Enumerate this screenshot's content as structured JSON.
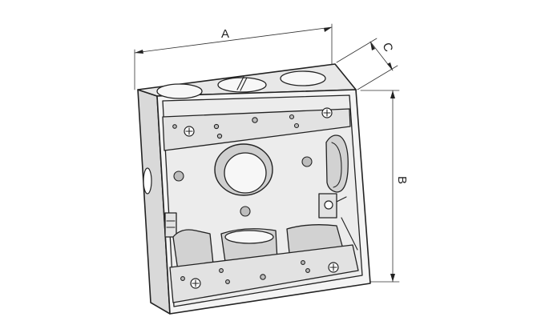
{
  "diagram": {
    "dimensions": {
      "a": "A",
      "b": "B",
      "c": "C"
    }
  }
}
